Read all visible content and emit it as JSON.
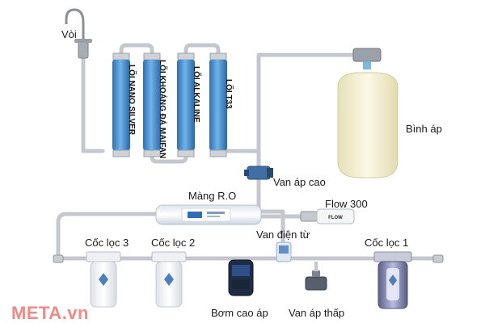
{
  "labels": {
    "faucet": "Vòi",
    "cartridge_nano_silver": "LÕI NANO SILVER",
    "cartridge_maifan": "LÕI KHOÁNG ĐÁ MAIFAN",
    "cartridge_alkaline": "LÕI ALKALINE",
    "cartridge_t33": "LÕI T33",
    "pressure_tank": "Bình áp",
    "high_pressure_valve": "Van áp cao",
    "ro_membrane": "Màng R.O",
    "flow_restrictor": "Flow 300",
    "solenoid_valve": "Van điện từ",
    "filter_cup_3": "Cốc lọc 3",
    "filter_cup_2": "Cốc lọc 2",
    "filter_cup_1": "Cốc lọc 1",
    "booster_pump": "Bơm cao áp",
    "low_pressure_valve": "Van áp thấp"
  },
  "watermark": "META.vn",
  "colors": {
    "tube": "#c9ccd2",
    "tube_edge": "#9aa0aa",
    "cartridge_blue": "#3b86c8",
    "tank": "#f3efcf",
    "watermark": "#f08a86"
  }
}
